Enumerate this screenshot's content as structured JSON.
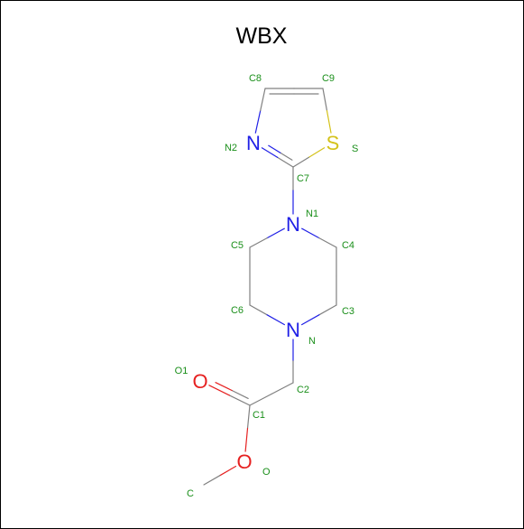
{
  "title": "WBX",
  "colors": {
    "C": "#808080",
    "N": "#2020e6",
    "O": "#e62020",
    "S": "#d4c21a",
    "atom_name": "#1a8f1a"
  },
  "atoms": [
    {
      "id": "C8",
      "element": "C",
      "name": "C8"
    },
    {
      "id": "C9",
      "element": "C",
      "name": "C9"
    },
    {
      "id": "N2",
      "element": "N",
      "name": "N2",
      "symbol": "N"
    },
    {
      "id": "S",
      "element": "S",
      "name": "S",
      "symbol": "S"
    },
    {
      "id": "C7",
      "element": "C",
      "name": "C7"
    },
    {
      "id": "N1",
      "element": "N",
      "name": "N1",
      "symbol": "N"
    },
    {
      "id": "C5",
      "element": "C",
      "name": "C5"
    },
    {
      "id": "C4",
      "element": "C",
      "name": "C4"
    },
    {
      "id": "C6",
      "element": "C",
      "name": "C6"
    },
    {
      "id": "C3",
      "element": "C",
      "name": "C3"
    },
    {
      "id": "N",
      "element": "N",
      "name": "N",
      "symbol": "N"
    },
    {
      "id": "C2",
      "element": "C",
      "name": "C2"
    },
    {
      "id": "O1",
      "element": "O",
      "name": "O1",
      "symbol": "O"
    },
    {
      "id": "C1",
      "element": "C",
      "name": "C1"
    },
    {
      "id": "O",
      "element": "O",
      "name": "O",
      "symbol": "O"
    },
    {
      "id": "C",
      "element": "C",
      "name": "C"
    }
  ],
  "bonds": [
    {
      "a": "C8",
      "b": "C9",
      "order": 2
    },
    {
      "a": "C9",
      "b": "S",
      "order": 1
    },
    {
      "a": "S",
      "b": "C7",
      "order": 1
    },
    {
      "a": "C7",
      "b": "N2",
      "order": 2
    },
    {
      "a": "N2",
      "b": "C8",
      "order": 1
    },
    {
      "a": "C7",
      "b": "N1",
      "order": 1
    },
    {
      "a": "N1",
      "b": "C5",
      "order": 1
    },
    {
      "a": "N1",
      "b": "C4",
      "order": 1
    },
    {
      "a": "C5",
      "b": "C6",
      "order": 1
    },
    {
      "a": "C4",
      "b": "C3",
      "order": 1
    },
    {
      "a": "C6",
      "b": "N",
      "order": 1
    },
    {
      "a": "C3",
      "b": "N",
      "order": 1
    },
    {
      "a": "N",
      "b": "C2",
      "order": 1
    },
    {
      "a": "C2",
      "b": "C1",
      "order": 1
    },
    {
      "a": "C1",
      "b": "O1",
      "order": 2
    },
    {
      "a": "C1",
      "b": "O",
      "order": 1
    },
    {
      "a": "O",
      "b": "C",
      "order": 1
    }
  ]
}
